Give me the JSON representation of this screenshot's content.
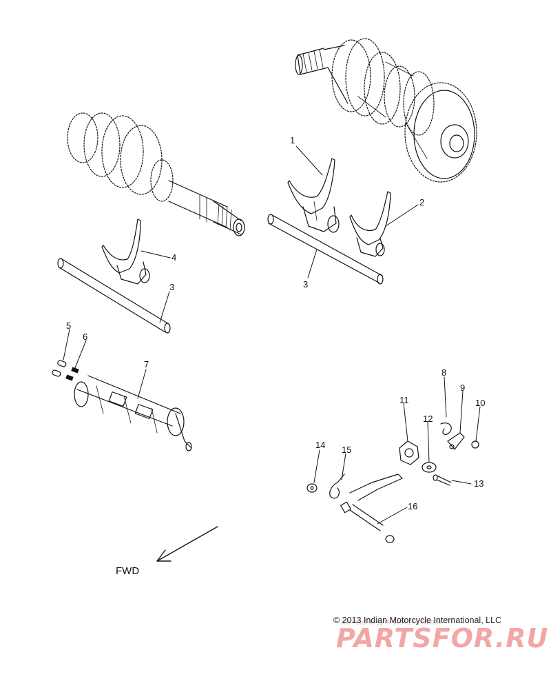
{
  "diagram": {
    "callouts": {
      "c1": "1",
      "c2": "2",
      "c3a": "3",
      "c3b": "3",
      "c4": "4",
      "c5": "5",
      "c6": "6",
      "c7": "7",
      "c8": "8",
      "c9": "9",
      "c10": "10",
      "c11": "11",
      "c12": "12",
      "c13": "13",
      "c14": "14",
      "c15": "15",
      "c16": "16"
    },
    "direction_label": "FWD",
    "copyright": "© 2013 Indian Motorcycle International, LLC",
    "watermark": "PARTSFOR.RU",
    "watermark_subtext": "запчасти для мототехники"
  },
  "colors": {
    "line": "#111111",
    "watermark": "#f2a6a6"
  }
}
